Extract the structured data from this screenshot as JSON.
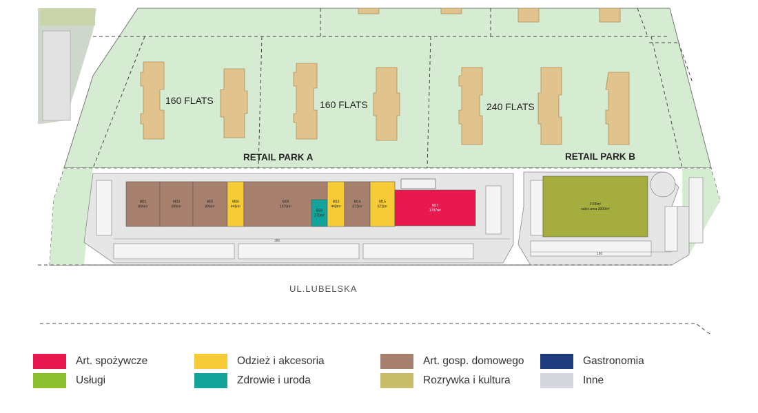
{
  "plan": {
    "street_label": "UL.LUBELSKA",
    "retail_park_a": "RETAIL PARK A",
    "retail_park_b": "RETAIL PARK B",
    "flats": [
      "160 FLATS",
      "160 FLATS",
      "240 FLATS"
    ],
    "units": [
      {
        "code": "M01",
        "area": "896m²",
        "category": "home"
      },
      {
        "code": "M03",
        "area": "896m²",
        "category": "home"
      },
      {
        "code": "M05",
        "area": "896m²",
        "category": "home"
      },
      {
        "code": "M06",
        "area": "448m²",
        "category": "fashion"
      },
      {
        "code": "M09",
        "area": "1970m²",
        "category": "home"
      },
      {
        "code": "B03",
        "area": "270m²",
        "category": "health"
      },
      {
        "code": "M13",
        "area": "448m²",
        "category": "fashion"
      },
      {
        "code": "M14",
        "area": "672m²",
        "category": "home"
      },
      {
        "code": "M15",
        "area": "672m²",
        "category": "fashion"
      },
      {
        "code": "M17",
        "area": "1787m²",
        "category": "food"
      },
      {
        "code": "3705m²",
        "area": "sales area 3000m²",
        "category": "entertainment"
      }
    ],
    "dimensions": {
      "park_a_width": "380",
      "park_b_width": "180"
    }
  },
  "legend": [
    {
      "label": "Art. spożywcze",
      "color": "#e8194f"
    },
    {
      "label": "Usługi",
      "color": "#8dbf2e"
    },
    {
      "label": "Odzież i akcesoria",
      "color": "#f7cb35"
    },
    {
      "label": "Zdrowie i uroda",
      "color": "#14a39a"
    },
    {
      "label": "Art. gosp. domowego",
      "color": "#a8806e"
    },
    {
      "label": "Rozrywka i kultura",
      "color": "#c7bd6a"
    },
    {
      "label": "Gastronomia",
      "color": "#1f3b7d"
    },
    {
      "label": "Inne",
      "color": "#d5d6de"
    }
  ],
  "colors": {
    "green_area": "#d6ecd2",
    "building": "#e1c38d",
    "parking": "#d8d8d8",
    "road": "#e6e6e6"
  }
}
